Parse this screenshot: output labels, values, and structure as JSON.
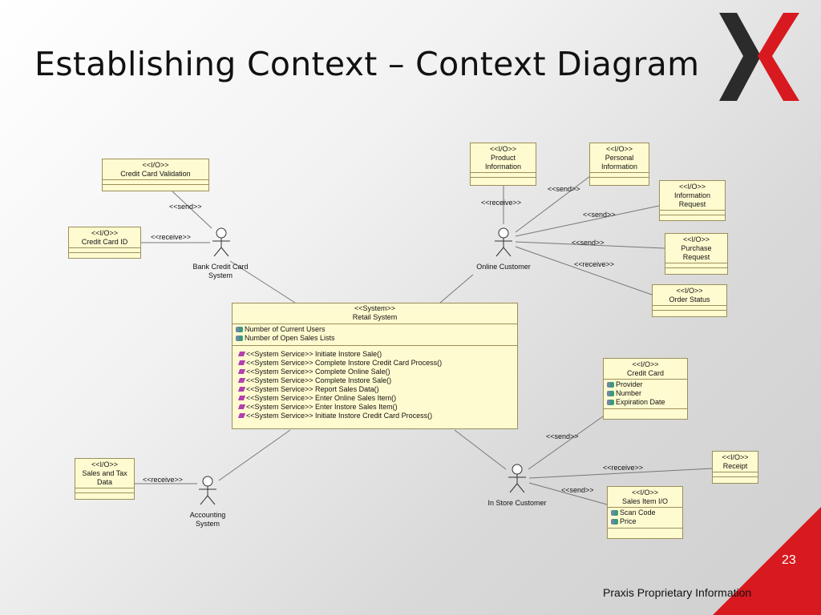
{
  "title": "Establishing Context – Context Diagram",
  "page_number": "23",
  "footer": "Praxis Proprietary Information",
  "colors": {
    "box_fill": "#fffbd0",
    "box_border": "#9c8f5a",
    "accent_red": "#d8191f",
    "logo_dark": "#2b2b2b"
  },
  "boxes": {
    "credit_card_validation": {
      "stereotype": "<<I/O>>",
      "name": "Credit Card Validation"
    },
    "credit_card_id": {
      "stereotype": "<<I/O>>",
      "name": "Credit Card ID"
    },
    "product_information": {
      "stereotype": "<<I/O>>",
      "name_1": "Product",
      "name_2": "Information"
    },
    "personal_information": {
      "stereotype": "<<I/O>>",
      "name_1": "Personal",
      "name_2": "Information"
    },
    "information_request": {
      "stereotype": "<<I/O>>",
      "name_1": "Information",
      "name_2": "Request"
    },
    "purchase_request": {
      "stereotype": "<<I/O>>",
      "name_1": "Purchase",
      "name_2": "Request"
    },
    "order_status": {
      "stereotype": "<<I/O>>",
      "name": "Order Status"
    },
    "retail_system": {
      "stereotype": "<<System>>",
      "name": "Retail System",
      "attributes": [
        "Number of Current Users",
        "Number of Open Sales Lists"
      ],
      "operations": [
        "<<System Service>> Initiate Instore Sale()",
        "<<System Service>> Complete Instore Credit Card Process()",
        "<<System Service>> Complete Online Sale()",
        "<<System Service>> Complete Instore Sale()",
        "<<System Service>> Report Sales Data()",
        "<<System Service>> Enter Online Sales Item()",
        "<<System Service>> Enter Instore Sales Item()",
        "<<System Service>> Initiate Instore Credit Card Process()"
      ]
    },
    "credit_card": {
      "stereotype": "<<I/O>>",
      "name": "Credit Card",
      "attributes": [
        "Provider",
        "Number",
        "Expiration Date"
      ]
    },
    "sales_tax_data": {
      "stereotype": "<<I/O>>",
      "name_1": "Sales and Tax",
      "name_2": "Data"
    },
    "receipt": {
      "stereotype": "<<I/O>>",
      "name": "Receipt"
    },
    "sales_item_io": {
      "stereotype": "<<I/O>>",
      "name": "Sales Item I/O",
      "attributes": [
        "Scan Code",
        "Price"
      ]
    }
  },
  "actors": {
    "bank": {
      "name_1": "Bank Credit Card",
      "name_2": "System"
    },
    "online": {
      "name": "Online Customer"
    },
    "accounting": {
      "name_1": "Accounting",
      "name_2": "System"
    },
    "instore": {
      "name": "In Store Customer"
    }
  },
  "labels": {
    "send": "<<send>>",
    "receive": "<<receive>>"
  }
}
